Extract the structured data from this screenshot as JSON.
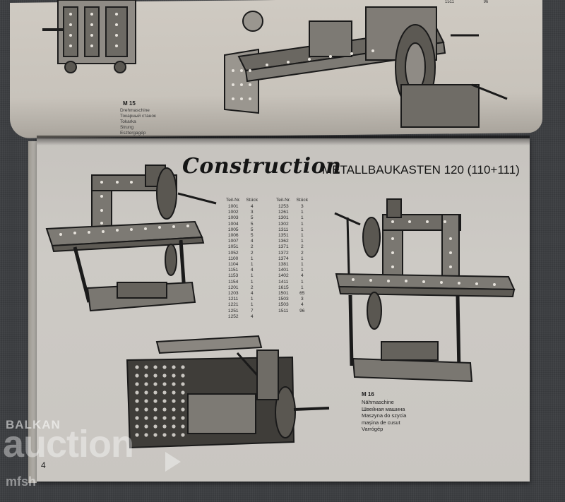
{
  "top_page": {
    "model_label": "M 15",
    "model_names": [
      "Drehmaschine",
      "Токарный станок",
      "Tokarka",
      "Strung",
      "Esztergagép"
    ],
    "corner_numbers": [
      "1511",
      "96"
    ]
  },
  "heading": {
    "title": "Construction",
    "subtitle": "METALLBAUKASTEN 120 (110+111)"
  },
  "parts_table": {
    "headers": [
      "Teil-Nr.",
      "Stück",
      "Teil-Nr.",
      "Stück"
    ],
    "rows": [
      [
        "1001",
        "4",
        "1253",
        "3"
      ],
      [
        "1002",
        "3",
        "1261",
        "1"
      ],
      [
        "1003",
        "5",
        "1301",
        "1"
      ],
      [
        "1004",
        "5",
        "1302",
        "1"
      ],
      [
        "1005",
        "5",
        "1311",
        "1"
      ],
      [
        "1006",
        "5",
        "1351",
        "1"
      ],
      [
        "1007",
        "4",
        "1362",
        "1"
      ],
      [
        "1051",
        "2",
        "1371",
        "2"
      ],
      [
        "1052",
        "2",
        "1372",
        "2"
      ],
      [
        "1100",
        "1",
        "1374",
        "1"
      ],
      [
        "1104",
        "1",
        "1381",
        "1"
      ],
      [
        "1151",
        "4",
        "1401",
        "1"
      ],
      [
        "1153",
        "1",
        "1402",
        "4"
      ],
      [
        "1154",
        "1",
        "1411",
        "1"
      ],
      [
        "1201",
        "2",
        "1615",
        "1"
      ],
      [
        "1203",
        "4",
        "1501",
        "65"
      ],
      [
        "1211",
        "1",
        "1503",
        "3"
      ],
      [
        "1221",
        "1",
        "1503",
        "4"
      ],
      [
        "1251",
        "7",
        "1511",
        "96"
      ],
      [
        "1252",
        "4",
        "",
        ""
      ]
    ]
  },
  "model_m16": {
    "label": "M 16",
    "names": [
      "Nähmaschine",
      "Швейная машина",
      "Maszyna do szycia",
      "mașina de cusut",
      "Varrógép"
    ]
  },
  "page_number": "4",
  "watermark": {
    "brand_top": "BALKAN",
    "brand_main": "auction",
    "brand_bottom": "mfsh"
  },
  "colors": {
    "paper": "#cbc8c3",
    "ink": "#151515",
    "fabric": "#3d3f42"
  }
}
